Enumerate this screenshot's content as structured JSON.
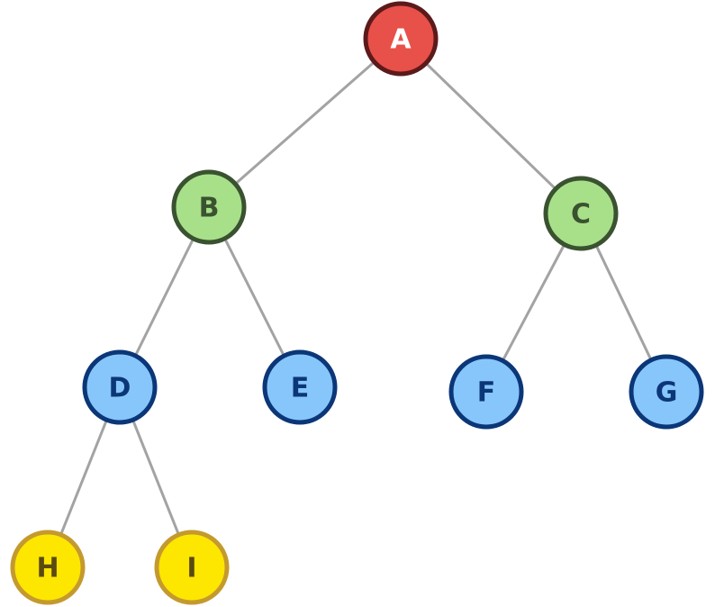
{
  "diagram": {
    "type": "binary-tree",
    "nodes": [
      {
        "id": "A",
        "label": "A",
        "level": 0,
        "fill": "#e8504a",
        "stroke": "#5c1a1a",
        "text": "#ffffff"
      },
      {
        "id": "B",
        "label": "B",
        "level": 1,
        "fill": "#a8e08a",
        "stroke": "#3a5230",
        "text": "#3a5230"
      },
      {
        "id": "C",
        "label": "C",
        "level": 1,
        "fill": "#a8e08a",
        "stroke": "#3a5230",
        "text": "#3a5230"
      },
      {
        "id": "D",
        "label": "D",
        "level": 2,
        "fill": "#87c6fa",
        "stroke": "#0b3678",
        "text": "#0b3678"
      },
      {
        "id": "E",
        "label": "E",
        "level": 2,
        "fill": "#87c6fa",
        "stroke": "#0b3678",
        "text": "#0b3678"
      },
      {
        "id": "F",
        "label": "F",
        "level": 2,
        "fill": "#87c6fa",
        "stroke": "#0b3678",
        "text": "#0b3678"
      },
      {
        "id": "G",
        "label": "G",
        "level": 2,
        "fill": "#87c6fa",
        "stroke": "#0b3678",
        "text": "#0b3678"
      },
      {
        "id": "H",
        "label": "H",
        "level": 3,
        "fill": "#fde600",
        "stroke": "#c49a2e",
        "text": "#5a4a10"
      },
      {
        "id": "I",
        "label": "I",
        "level": 3,
        "fill": "#fde600",
        "stroke": "#c49a2e",
        "text": "#5a4a10"
      }
    ],
    "edges": [
      {
        "from": "A",
        "to": "B"
      },
      {
        "from": "A",
        "to": "C"
      },
      {
        "from": "B",
        "to": "D"
      },
      {
        "from": "B",
        "to": "E"
      },
      {
        "from": "C",
        "to": "F"
      },
      {
        "from": "C",
        "to": "G"
      },
      {
        "from": "D",
        "to": "H"
      },
      {
        "from": "D",
        "to": "I"
      }
    ],
    "edge_color": "#a3a3a3"
  }
}
